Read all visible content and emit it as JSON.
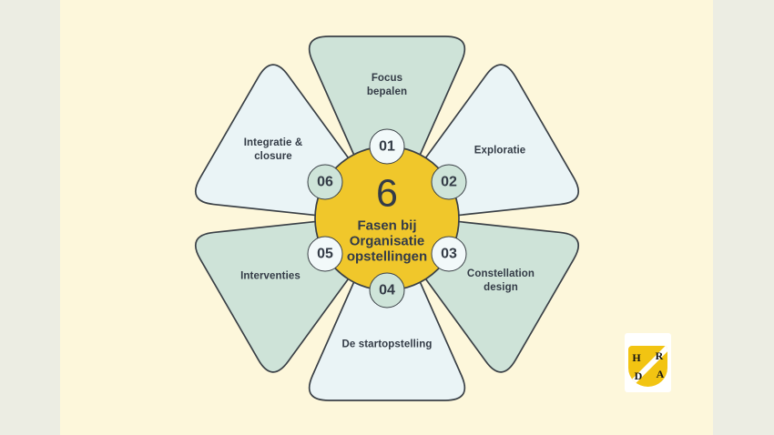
{
  "canvas": {
    "background_color": "#FDF7DB",
    "side_strip_color": "#ECEDE3"
  },
  "diagram": {
    "center": {
      "number": "6",
      "title": "Fasen bij\nOrganisatie\nopstellingen",
      "circle_color": "#F0C72B"
    },
    "colors": {
      "petal_mint": "#CEE3D8",
      "petal_light": "#EAF4F6",
      "outline": "#3A4046",
      "text": "#333B46",
      "badge_light": "#F2F9FA",
      "badge_mint": "#CEE4D9"
    },
    "phases": [
      {
        "num": "01",
        "label": "Focus\nbepalen"
      },
      {
        "num": "02",
        "label": "Exploratie"
      },
      {
        "num": "03",
        "label": "Constellation\ndesign"
      },
      {
        "num": "04",
        "label": "De startopstelling"
      },
      {
        "num": "05",
        "label": "Interventies"
      },
      {
        "num": "06",
        "label": "Integratie &\nclosure"
      }
    ]
  },
  "logo": {
    "letters": [
      "H",
      "R",
      "D",
      "A"
    ],
    "shield_color": "#F2C412"
  }
}
